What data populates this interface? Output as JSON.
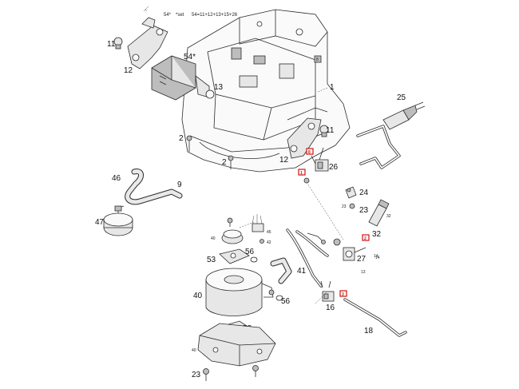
{
  "notes": {
    "star_a": "54*",
    "star_b": "*set",
    "formula": "54=11+12+13+15+26"
  },
  "labels": {
    "p1": "1",
    "p2a": "2",
    "p2b": "2",
    "p9": "9",
    "p11a": "11",
    "p11b": "11",
    "p12a": "12",
    "p12b": "12",
    "p13": "13",
    "p14": "14",
    "p16": "16",
    "p18": "18",
    "p23a": "23",
    "p23b": "23",
    "p23c": "23",
    "p24": "24",
    "p25": "25",
    "p26": "26",
    "p27": "27",
    "p32a": "32",
    "p32b": "32",
    "p40a": "40",
    "p40b": "40",
    "p40c": "40",
    "p41": "41",
    "p42": "42",
    "p45": "45",
    "p46": "46",
    "p47": "47",
    "p53a": "53",
    "p53b": "53",
    "p54": "54*",
    "p56a": "56",
    "p56b": "56",
    "p13s": "13",
    "p14s": "14"
  },
  "badges": {
    "b8": "8",
    "b1": "1",
    "b2": "2",
    "b3": "3"
  }
}
